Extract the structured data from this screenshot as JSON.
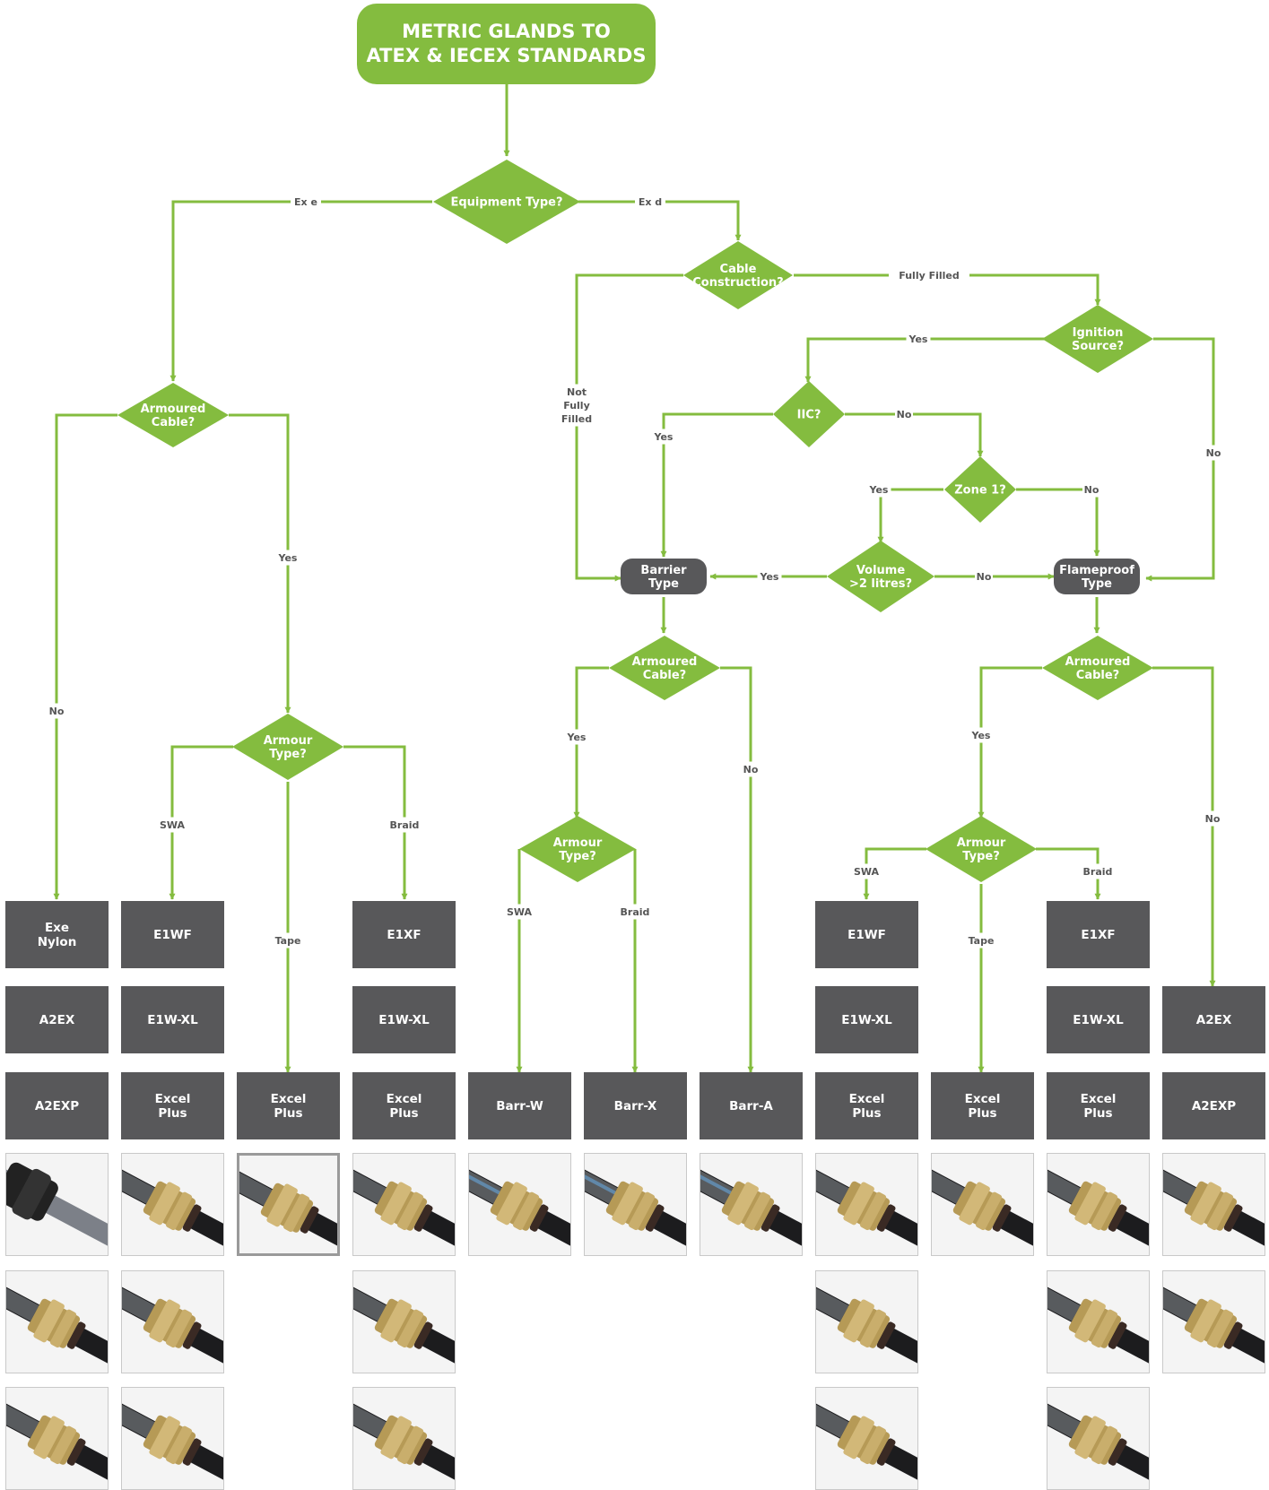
{
  "title": {
    "line1": "METRIC GLANDS TO",
    "line2": "ATEX & IECEX STANDARDS"
  },
  "colors": {
    "green": "#84bc3f",
    "dark": "#58585a",
    "line": "#84bc3f"
  },
  "decisions": {
    "equipment_type": [
      "Equipment Type?"
    ],
    "cable_construction": [
      "Cable",
      "Construction?"
    ],
    "ignition_source": [
      "Ignition",
      "Source?"
    ],
    "iic": [
      "IIC?"
    ],
    "zone1": [
      "Zone 1?"
    ],
    "volume": [
      "Volume",
      ">2 litres?"
    ],
    "armoured_left": [
      "Armoured",
      "Cable?"
    ],
    "armour_type_left": [
      "Armour",
      "Type?"
    ],
    "armoured_barrier": [
      "Armoured",
      "Cable?"
    ],
    "armour_type_barrier": [
      "Armour",
      "Type?"
    ],
    "armoured_flame": [
      "Armoured",
      "Cable?"
    ],
    "armour_type_flame": [
      "Armour",
      "Type?"
    ]
  },
  "types": {
    "barrier": [
      "Barrier",
      "Type"
    ],
    "flameproof": [
      "Flameproof",
      "Type"
    ]
  },
  "edge_labels": {
    "exe": "Ex e",
    "exd": "Ex d",
    "fully_filled": "Fully Filled",
    "not_fully_filled": [
      "Not",
      "Fully",
      "Filled"
    ],
    "ign_yes": "Yes",
    "ign_no": "No",
    "iic_yes": "Yes",
    "iic_no": "No",
    "zone_yes": "Yes",
    "zone_no": "No",
    "vol_yes": "Yes",
    "vol_no": "No",
    "arm_left_no": "No",
    "arm_left_yes": "Yes",
    "at_left_swa": "SWA",
    "at_left_tape": "Tape",
    "at_left_braid": "Braid",
    "arm_bar_yes": "Yes",
    "arm_bar_no": "No",
    "at_bar_swa": "SWA",
    "at_bar_braid": "Braid",
    "arm_fl_yes": "Yes",
    "arm_fl_no": "No",
    "at_fl_swa": "SWA",
    "at_fl_tape": "Tape",
    "at_fl_braid": "Braid"
  },
  "columns": [
    {
      "products": [
        [
          "Exe",
          "Nylon"
        ],
        [
          "A2EX"
        ],
        [
          "A2EXP"
        ]
      ],
      "photo_count": 3
    },
    {
      "products": [
        [
          "E1WF"
        ],
        [
          "E1W-XL"
        ],
        [
          "Excel",
          "Plus"
        ]
      ],
      "photo_count": 3
    },
    {
      "products": [
        null,
        null,
        [
          "Excel",
          "Plus"
        ]
      ],
      "photo_count": 1
    },
    {
      "products": [
        [
          "E1XF"
        ],
        [
          "E1W-XL"
        ],
        [
          "Excel",
          "Plus"
        ]
      ],
      "photo_count": 3
    },
    {
      "products": [
        null,
        null,
        [
          "Barr-W"
        ]
      ],
      "photo_count": 1
    },
    {
      "products": [
        null,
        null,
        [
          "Barr-X"
        ]
      ],
      "photo_count": 1
    },
    {
      "products": [
        null,
        null,
        [
          "Barr-A"
        ]
      ],
      "photo_count": 1
    },
    {
      "products": [
        [
          "E1WF"
        ],
        [
          "E1W-XL"
        ],
        [
          "Excel",
          "Plus"
        ]
      ],
      "photo_count": 3
    },
    {
      "products": [
        null,
        null,
        [
          "Excel",
          "Plus"
        ]
      ],
      "photo_count": 1
    },
    {
      "products": [
        [
          "E1XF"
        ],
        [
          "E1W-XL"
        ],
        [
          "Excel",
          "Plus"
        ]
      ],
      "photo_count": 3
    },
    {
      "products": [
        null,
        [
          "A2EX"
        ],
        [
          "A2EXP"
        ]
      ],
      "photo_count": 2
    }
  ]
}
